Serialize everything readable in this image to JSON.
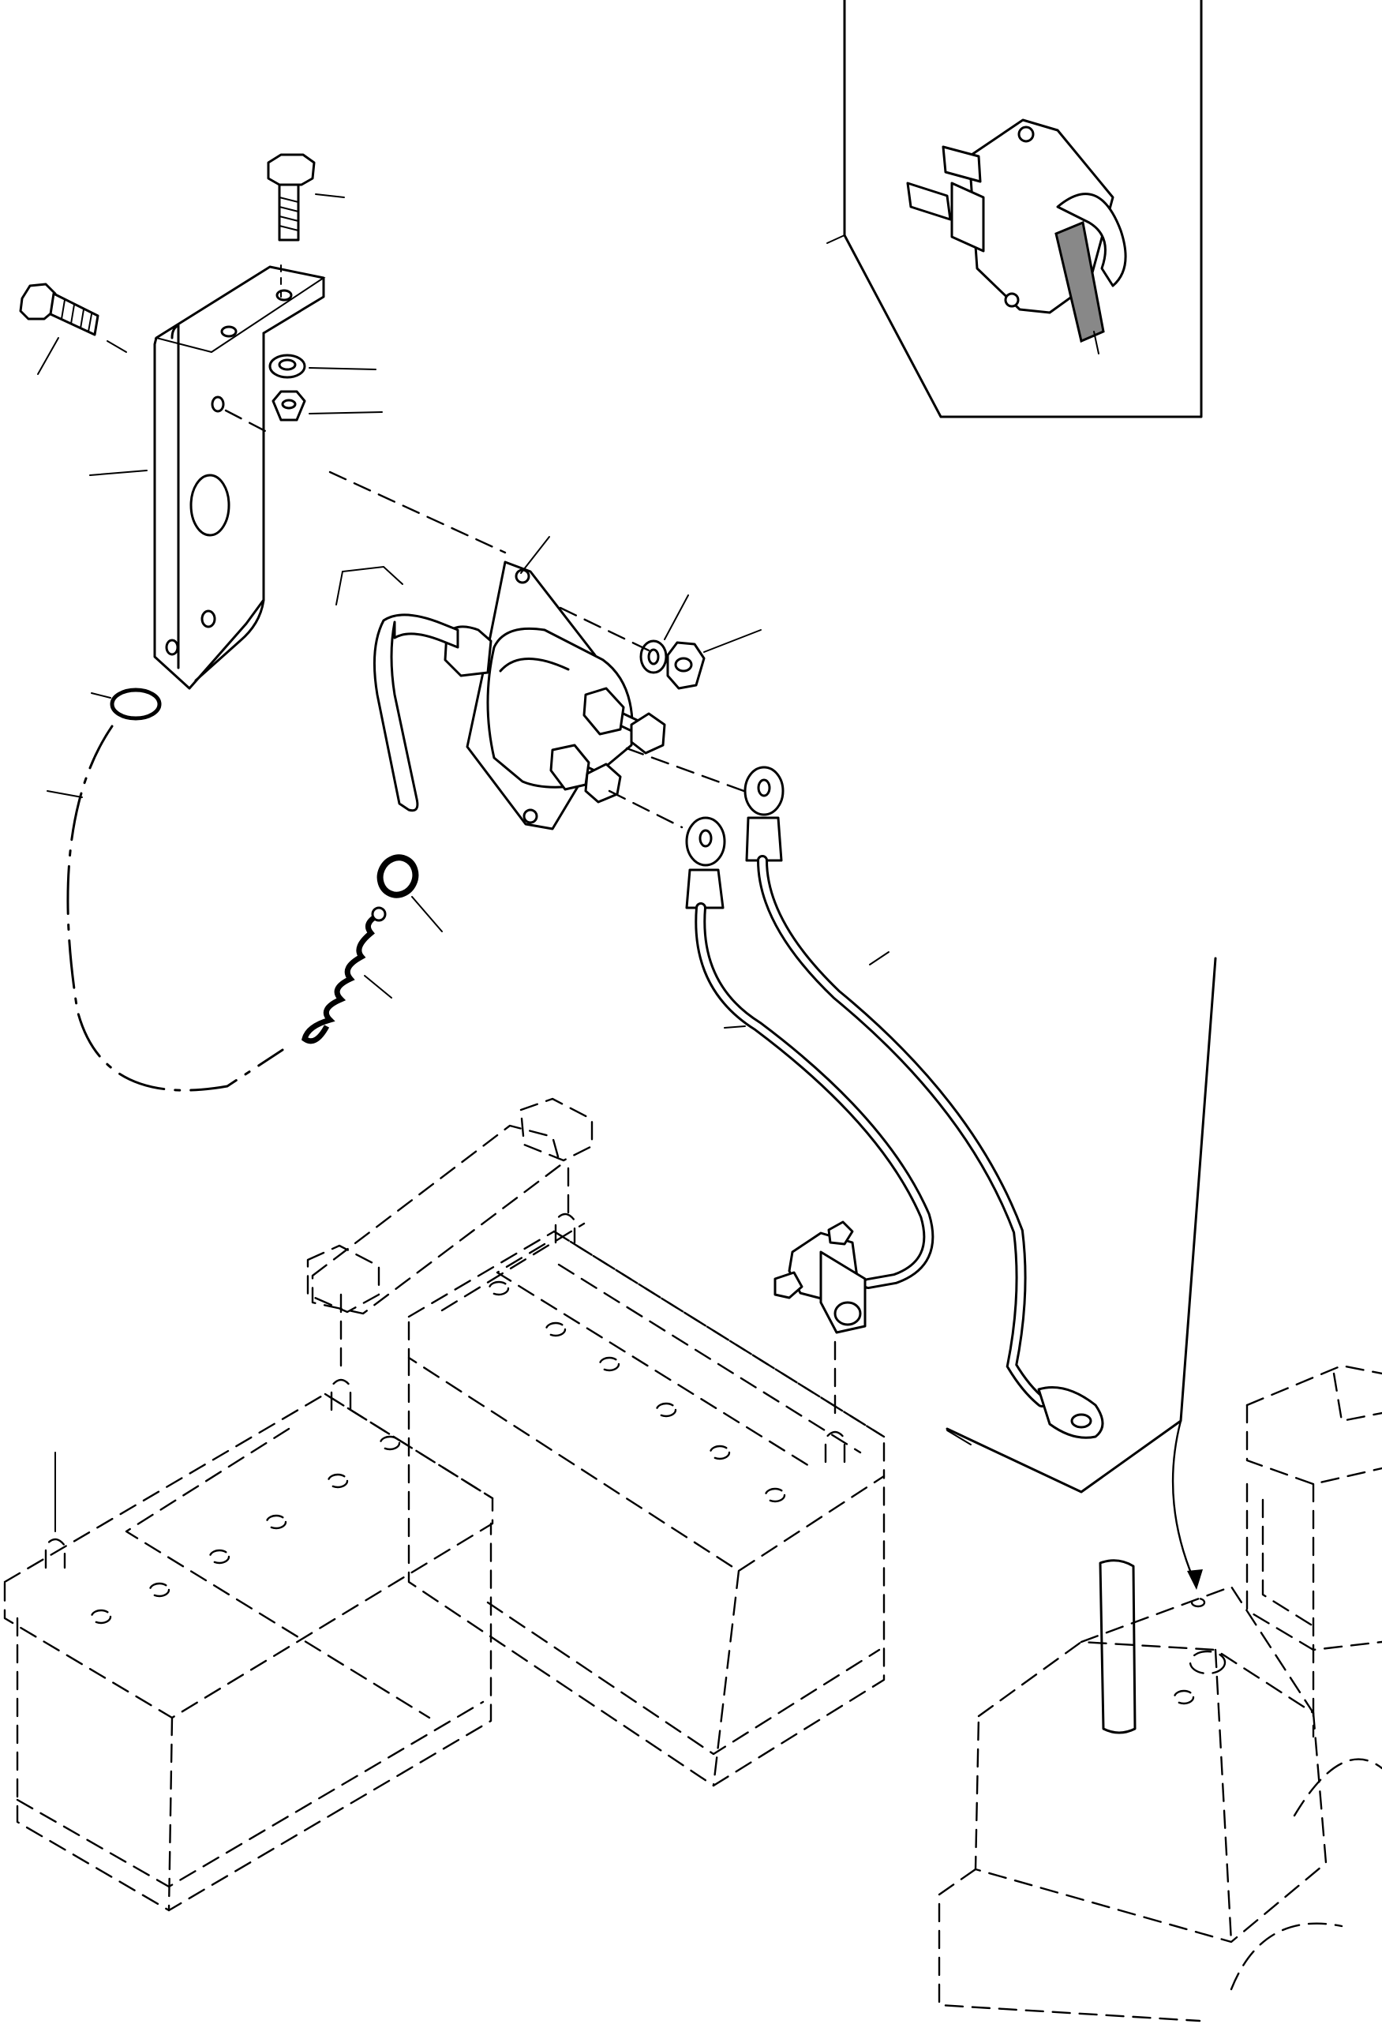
{
  "diagram": {
    "type": "exploded-parts-drawing",
    "callouts": [],
    "parts": [
      "vertical-bolt-icon",
      "horizontal-bolt-icon",
      "mounting-bracket",
      "washer",
      "hex-nut",
      "battery-isolator-switch",
      "removable-key-handle",
      "key-ring",
      "key-chain",
      "battery-cable-short",
      "battery-cable-long",
      "battery-clamp",
      "battery-left",
      "battery-right",
      "battery-link-strap",
      "inset-detail-view",
      "tractor-outline"
    ]
  }
}
